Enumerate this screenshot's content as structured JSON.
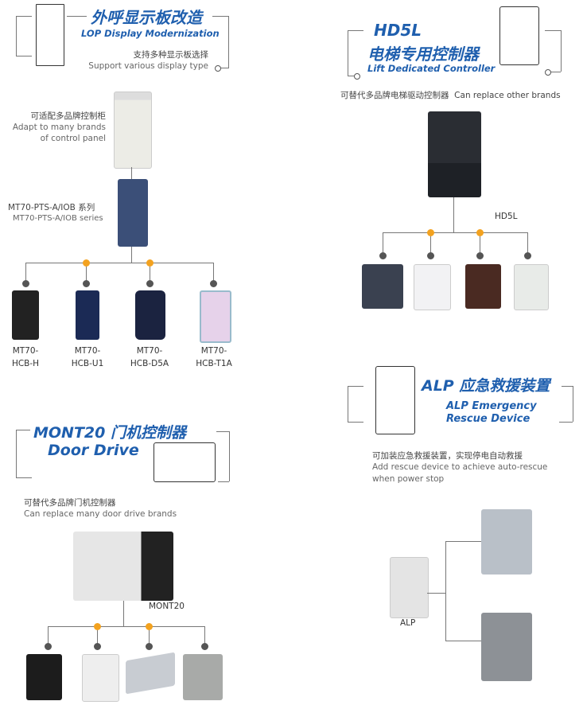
{
  "lop": {
    "title_cn": "外呼显示板改造",
    "title_en": "LOP Display Modernization",
    "desc_cn": "支持多种显示板选择",
    "desc_en": "Support various display type",
    "cabinet_cn": "可适配多品牌控制柜",
    "cabinet_en1": "Adapt to many brands",
    "cabinet_en2": "of control panel",
    "iob_cn": "MT70-PTS-A/IOB 系列",
    "iob_en": "MT70-PTS-A/IOB series",
    "displays": [
      {
        "l1": "MT70-",
        "l2": "HCB-H"
      },
      {
        "l1": "MT70-",
        "l2": "HCB-U1"
      },
      {
        "l1": "MT70-",
        "l2": "HCB-D5A"
      },
      {
        "l1": "MT70-",
        "l2": "HCB-T1A"
      }
    ]
  },
  "hd5l": {
    "title": "HD5L",
    "title_cn": "电梯专用控制器",
    "title_en": "Lift Dedicated Controller",
    "desc": "可替代多品牌电梯驱动控制器  Can replace other brands",
    "label": "HD5L"
  },
  "alp": {
    "title": "ALP 应急救援装置",
    "title_en1": "ALP Emergency",
    "title_en2": "Rescue Device",
    "desc_cn": "可加装应急救援装置，实现停电自动救援",
    "desc_en1": "Add rescue device to achieve auto-rescue",
    "desc_en2": "when power stop",
    "label": "ALP"
  },
  "mont": {
    "title": "MONT20 门机控制器",
    "title_en": "Door Drive",
    "desc_cn": "可替代多品牌门机控制器",
    "desc_en": "Can replace many door drive brands",
    "label": "MONT20"
  },
  "colors": {
    "accent": "#1f5fae",
    "dot": "#f3a21f"
  }
}
